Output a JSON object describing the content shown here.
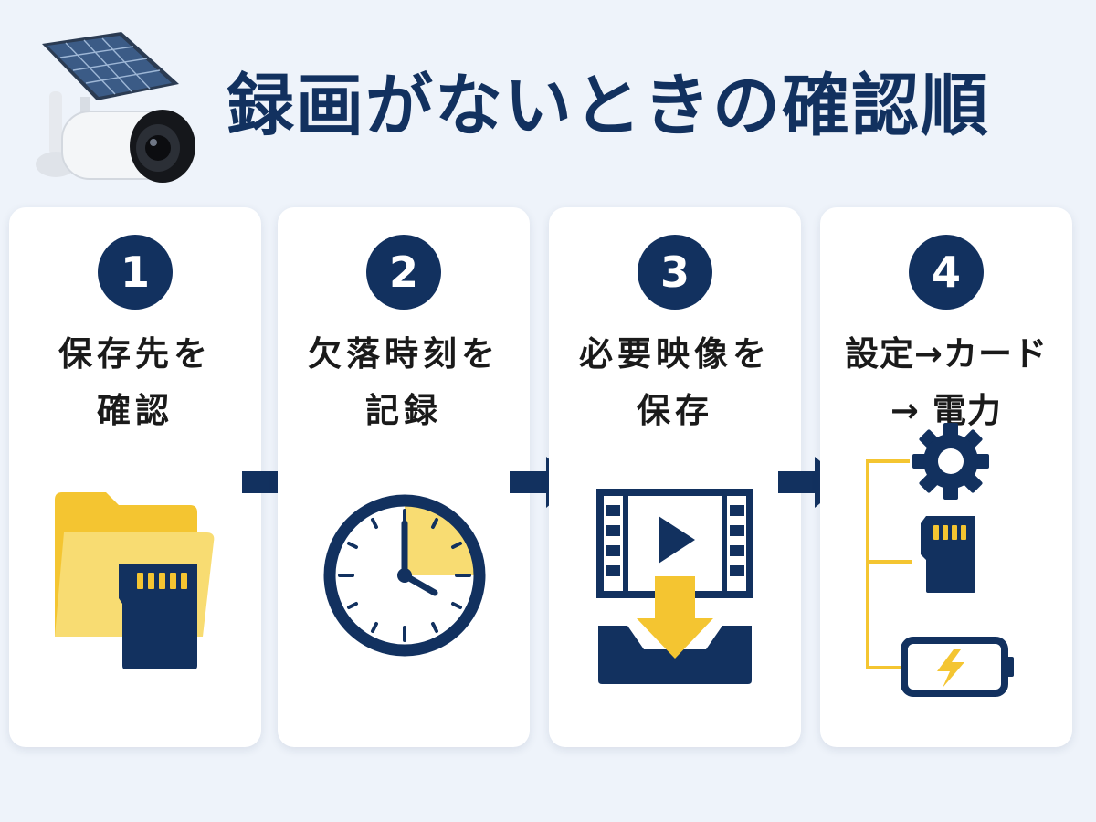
{
  "title": "録画がないときの確認順",
  "steps": [
    {
      "number": "1",
      "lines": [
        "保存先を",
        "確認"
      ]
    },
    {
      "number": "2",
      "lines": [
        "欠落時刻を",
        "記録"
      ]
    },
    {
      "number": "3",
      "lines": [
        "必要映像を",
        "保存"
      ]
    },
    {
      "number": "4",
      "lines": [
        "設定→カード",
        "→ 電力"
      ]
    }
  ],
  "colors": {
    "navy": "#12315f",
    "yellow": "#f4c531",
    "light_yellow": "#f8dc72",
    "background": "#eef3fa",
    "card": "#ffffff"
  },
  "icons": [
    "solar-camera-icon",
    "folder-sd-card-icon",
    "clock-icon",
    "video-download-icon",
    "settings-card-battery-icon",
    "arrow-right-icon"
  ]
}
